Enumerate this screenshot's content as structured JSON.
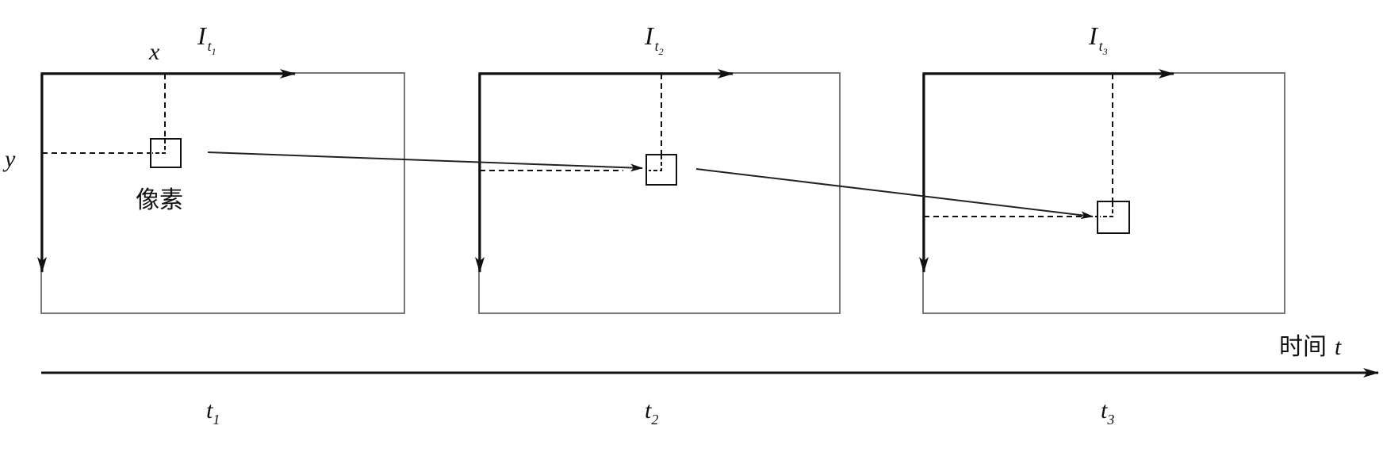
{
  "axes": {
    "x_label": "x",
    "y_label": "y"
  },
  "frames": [
    {
      "title_main": "I",
      "title_sub": "t",
      "title_subsub": "1",
      "time_main": "t",
      "time_sub": "1"
    },
    {
      "title_main": "I",
      "title_sub": "t",
      "title_subsub": "2",
      "time_main": "t",
      "time_sub": "2"
    },
    {
      "title_main": "I",
      "title_sub": "t",
      "title_subsub": "3",
      "time_main": "t",
      "time_sub": "3"
    }
  ],
  "pixel_label": "像素",
  "time_axis": {
    "label_text": "时间",
    "label_var": "t"
  }
}
